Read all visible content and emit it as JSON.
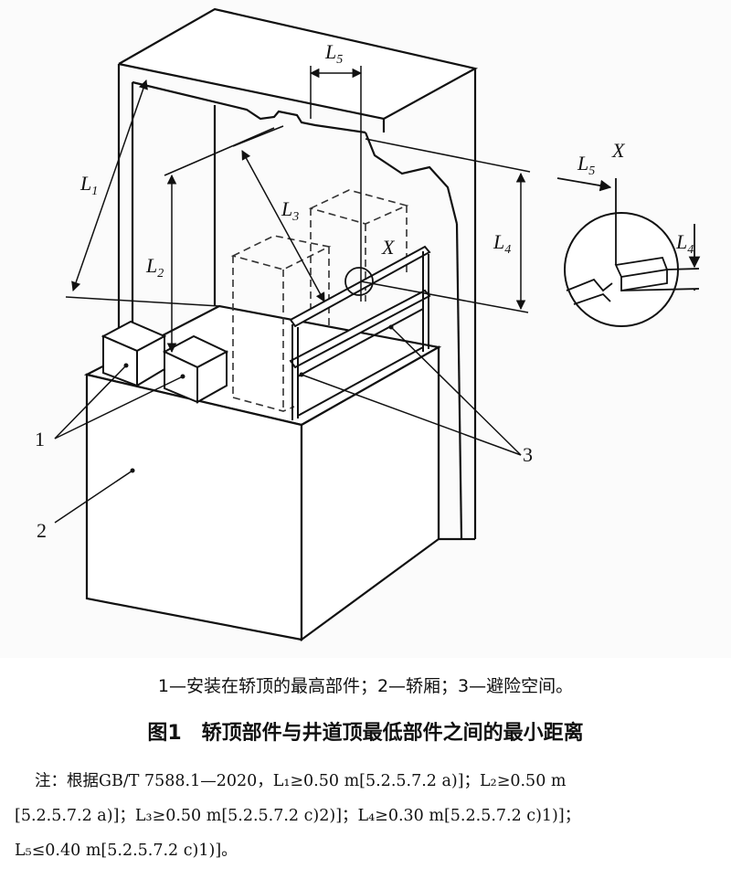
{
  "diagram": {
    "labels": {
      "L1": "L",
      "L1_sub": "1",
      "L2": "L",
      "L2_sub": "2",
      "L3": "L",
      "L3_sub": "3",
      "L4": "L",
      "L4_sub": "4",
      "L5": "L",
      "L5_sub": "5",
      "X": "X",
      "n1": "1",
      "n2": "2",
      "n3": "3"
    },
    "detail_labels": {
      "L5": "L",
      "L5_sub": "5",
      "X": "X",
      "L4": "L",
      "L4_sub": "4"
    }
  },
  "legend": "1—安装在轿顶的最高部件；2—轿厢；3—避险空间。",
  "figure_title": {
    "number": "图1",
    "text": "轿顶部件与井道顶最低部件之间的最小距离"
  },
  "note": {
    "line1": "注：根据GB/T 7588.1—2020，L₁≥0.50 m[5.2.5.7.2 a)]；L₂≥0.50 m",
    "line2": "[5.2.5.7.2 a)]；L₃≥0.50 m[5.2.5.7.2 c)2)]；L₄≥0.30 m[5.2.5.7.2 c)1)]；",
    "line3": "L₅≤0.40 m[5.2.5.7.2 c)1)]。"
  }
}
